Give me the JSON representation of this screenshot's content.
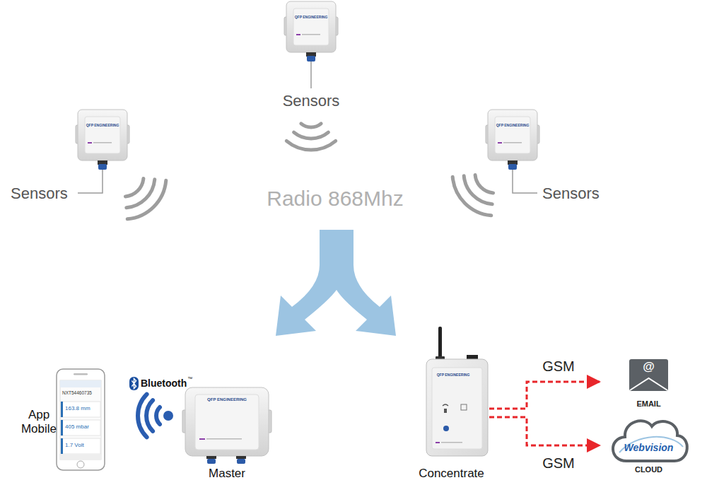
{
  "diagram": {
    "nodes": [
      {
        "text": [
          "Master"
        ]
      },
      {
        "text": [
          "Concentrate"
        ]
      },
      {
        "text": [
          "@",
          "EMAIL"
        ]
      },
      {
        "text": [
          "Webvision",
          "CLOUD"
        ]
      }
    ],
    "edges": [
      {
        "from": 1,
        "to": 2,
        "arrow": "to",
        "label": "GSM"
      },
      {
        "from": 1,
        "to": 3,
        "arrow": "to",
        "label": "GSM"
      }
    ],
    "labels": [
      "Sensors",
      "Sensors",
      "Sensors",
      "Radio 868Mhz",
      "App Mobile",
      "Bluetooth",
      "™",
      "NXT54460735",
      "163.8 mm",
      "405 mbar",
      "1.7 Volt",
      "QFP ENGINEERING",
      "QFP ENGINEERING",
      "QFP ENGINEERING",
      "QFP ENGINEERING",
      "QFP ENGINEERING"
    ]
  }
}
